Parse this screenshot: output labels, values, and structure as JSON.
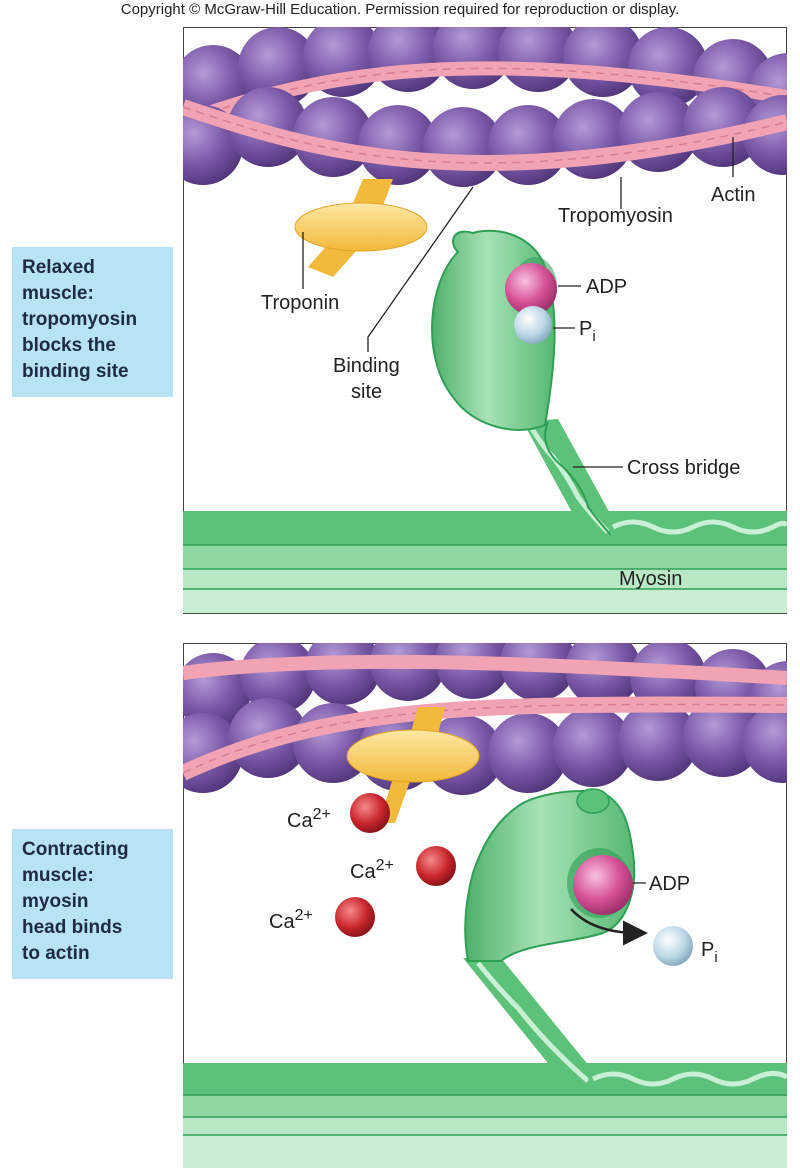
{
  "copyright": "Copyright © McGraw-Hill Education. Permission required for reproduction or display.",
  "panels": {
    "relaxed": {
      "caption_lines": [
        "Relaxed",
        "muscle:",
        "tropomyosin",
        "blocks the",
        "binding site"
      ],
      "labels": {
        "actin": "Actin",
        "tropomyosin": "Tropomyosin",
        "troponin": "Troponin",
        "binding_site_1": "Binding",
        "binding_site_2": "site",
        "adp": "ADP",
        "pi_p": "P",
        "pi_sub": "i",
        "cross_bridge": "Cross bridge",
        "myosin": "Myosin"
      }
    },
    "contracting": {
      "caption_lines": [
        "Contracting",
        "muscle:",
        "myosin",
        "head binds",
        "to actin"
      ],
      "labels": {
        "ca_base": "Ca",
        "ca_charge": "2+",
        "adp": "ADP",
        "pi_p": "P",
        "pi_sub": "i"
      }
    }
  },
  "colors": {
    "actin": "#7b5aa8",
    "actin_dark": "#4e3478",
    "tropomyosin": "#f2a3b3",
    "troponin": "#f6c752",
    "myosin": "#5cc27a",
    "myosin_dark": "#2e9f55",
    "adp": "#d8559a",
    "pi": "#bcd8e6",
    "calcium": "#c9252c",
    "caption_bg": "#b7e3f5"
  }
}
